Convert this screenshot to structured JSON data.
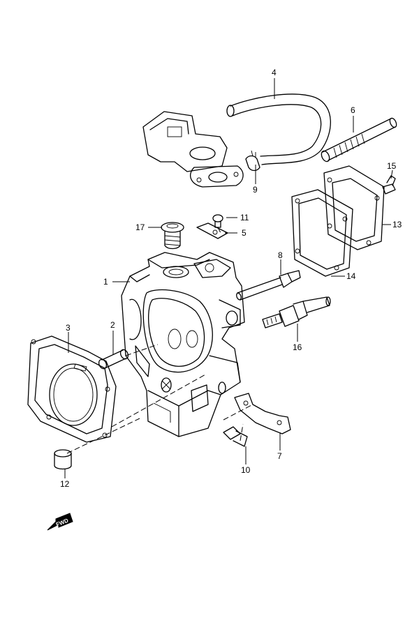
{
  "labels": {
    "p1": "1",
    "p2": "2",
    "p3": "3",
    "p4": "4",
    "p5": "5",
    "p6": "6",
    "p7": "7",
    "p8": "8",
    "p9": "9",
    "p10": "10",
    "p11": "11",
    "p12": "12",
    "p13": "13",
    "p14": "14",
    "p15": "15",
    "p16": "16",
    "p17": "17"
  },
  "forward_arrow": {
    "text": "FWD"
  }
}
